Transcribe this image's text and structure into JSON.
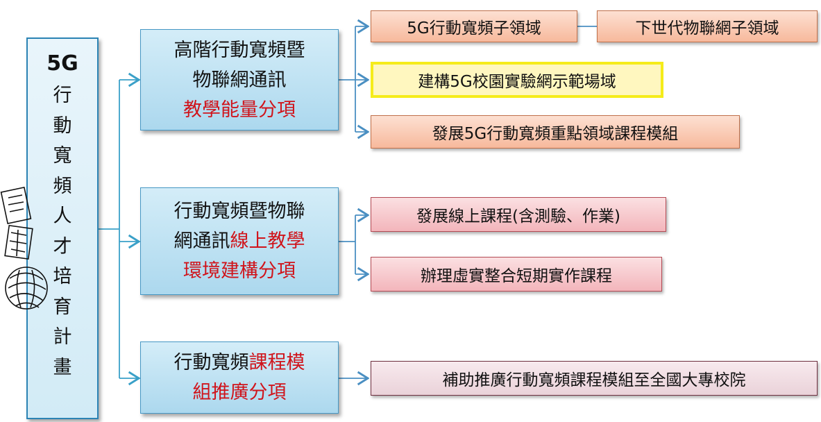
{
  "root": {
    "head": "5G",
    "chars": [
      "行",
      "動",
      "寬",
      "頻",
      "人",
      "才",
      "培",
      "育",
      "計",
      "畫"
    ]
  },
  "mids": [
    {
      "line1": "高階行動寬頻暨",
      "line2": "物聯網通訊",
      "line3_red": "教學能量分項"
    },
    {
      "line1": "行動寬頻暨物聯",
      "line2_black": "網通訊",
      "line2_red": "線上教學",
      "line3_red": "環境建構分項"
    },
    {
      "line1_black": "行動寬頻",
      "line1_red": "課程模",
      "line2_red": "組推廣分項"
    }
  ],
  "leaves": {
    "l1a": "5G行動寬頻子領域",
    "l1b": "下世代物聯網子領域",
    "l2": "建構5G校園實驗網示範場域",
    "l3": "發展5G行動寬頻重點領域課程模組",
    "l4": "發展線上課程(含測驗、作業)",
    "l5": "辦理虛實整合短期實作課程",
    "l6": "補助推廣行動寬頻課程模組至全國大專校院"
  },
  "colors": {
    "connector": "#3aa0c8",
    "leaf_connector": "#4a8fc2",
    "emphasis_red": "#d0141b",
    "highlight": "#f5ec1a"
  },
  "icons": {
    "stamp": "stamp-seal-icon"
  }
}
